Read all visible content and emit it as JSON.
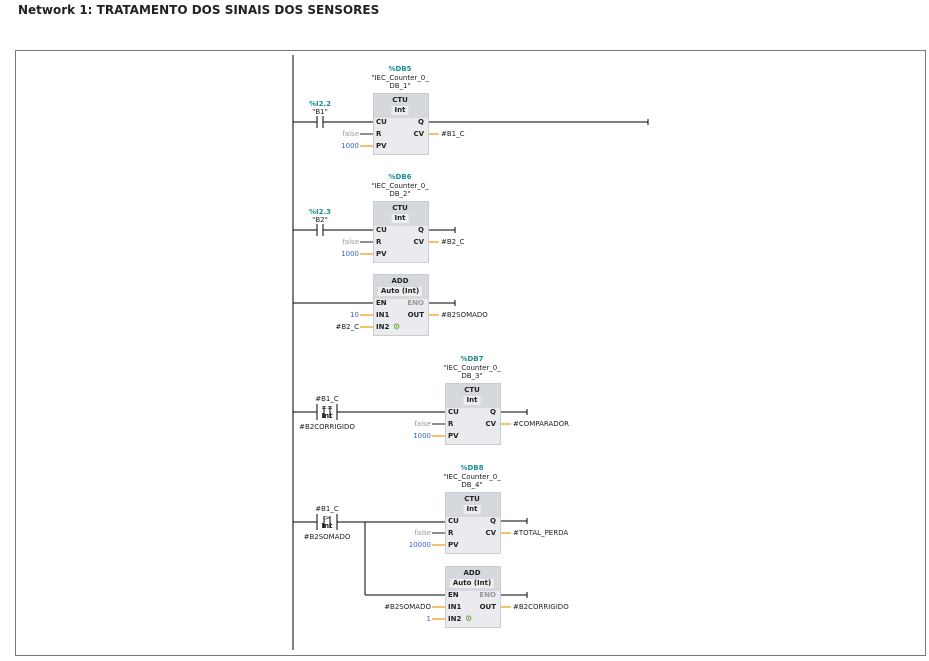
{
  "network_title": "Network 1: TRATAMENTO DOS SINAIS DOS SENSORES",
  "colors": {
    "db": "#1a8f8f",
    "wire": "#000000",
    "param_wire": "#f0a020",
    "constant": "#3a5fd0"
  },
  "contacts": [
    {
      "type": "NO",
      "address": "%I2.2",
      "tag": "\"B1\""
    },
    {
      "type": "NO",
      "address": "%I2.3",
      "tag": "\"B2\""
    },
    {
      "type": "compare",
      "top": "#B1_C",
      "op": "==",
      "dtype": "Int",
      "bottom": "#B2CORRIGIDO"
    },
    {
      "type": "compare",
      "top": "#B1_C",
      "op": ">",
      "dtype": "Int",
      "bottom": "#B2SOMADO"
    }
  ],
  "blocks": [
    {
      "db": "%DB5",
      "instance": "\"IEC_Counter_0_",
      "instance2": "DB_1\"",
      "name": "CTU",
      "dtype": "Int",
      "inputs": [
        [
          "CU",
          ""
        ],
        [
          "R",
          "false"
        ],
        [
          "PV",
          "1000"
        ]
      ],
      "outputs": [
        [
          "Q",
          ""
        ],
        [
          "CV",
          "#B1_C"
        ]
      ]
    },
    {
      "db": "%DB6",
      "instance": "\"IEC_Counter_0_",
      "instance2": "DB_2\"",
      "name": "CTU",
      "dtype": "Int",
      "inputs": [
        [
          "CU",
          ""
        ],
        [
          "R",
          "false"
        ],
        [
          "PV",
          "1000"
        ]
      ],
      "outputs": [
        [
          "Q",
          ""
        ],
        [
          "CV",
          "#B2_C"
        ]
      ]
    },
    {
      "name": "ADD",
      "dtype": "Auto (Int)",
      "inputs": [
        [
          "EN",
          ""
        ],
        [
          "IN1",
          "10"
        ],
        [
          "IN2",
          "#B2_C"
        ]
      ],
      "outputs": [
        [
          "ENO",
          ""
        ],
        [
          "OUT",
          "#B2SOMADO"
        ]
      ]
    },
    {
      "db": "%DB7",
      "instance": "\"IEC_Counter_0_",
      "instance2": "DB_3\"",
      "name": "CTU",
      "dtype": "Int",
      "inputs": [
        [
          "CU",
          ""
        ],
        [
          "R",
          "false"
        ],
        [
          "PV",
          "1000"
        ]
      ],
      "outputs": [
        [
          "Q",
          ""
        ],
        [
          "CV",
          "#COMPARADOR"
        ]
      ]
    },
    {
      "db": "%DB8",
      "instance": "\"IEC_Counter_0_",
      "instance2": "DB_4\"",
      "name": "CTU",
      "dtype": "Int",
      "inputs": [
        [
          "CU",
          ""
        ],
        [
          "R",
          "false"
        ],
        [
          "PV",
          "10000"
        ]
      ],
      "outputs": [
        [
          "Q",
          ""
        ],
        [
          "CV",
          "#TOTAL_PERDA"
        ]
      ]
    },
    {
      "name": "ADD",
      "dtype": "Auto (Int)",
      "inputs": [
        [
          "EN",
          ""
        ],
        [
          "IN1",
          "#B2SOMADO"
        ],
        [
          "IN2",
          "1"
        ]
      ],
      "outputs": [
        [
          "ENO",
          ""
        ],
        [
          "OUT",
          "#B2CORRIGIDO"
        ]
      ]
    }
  ]
}
